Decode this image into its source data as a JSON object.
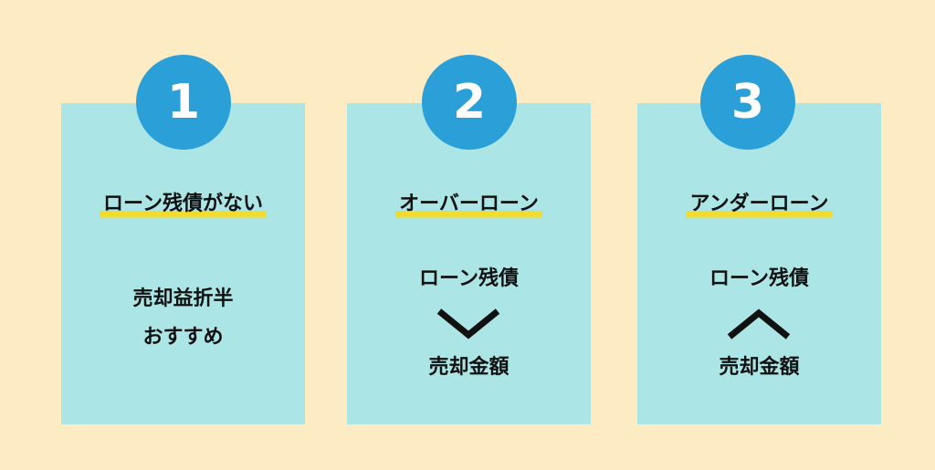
{
  "steps": [
    {
      "number": "1",
      "heading": "ローン残債がない",
      "lines": [
        "売却益折半",
        "おすすめ"
      ]
    },
    {
      "number": "2",
      "heading": "オーバーローン",
      "top_label": "ローン残債",
      "comparison_icon": "greater-than-chevron",
      "bottom_label": "売却金額"
    },
    {
      "number": "3",
      "heading": "アンダーローン",
      "top_label": "ローン残債",
      "comparison_icon": "less-than-chevron",
      "bottom_label": "売却金額"
    }
  ],
  "colors": {
    "background": "#fdecc3",
    "card": "#ace5e6",
    "badge": "#2a9fd8",
    "highlight": "#f1dc2d",
    "text": "#111111"
  }
}
